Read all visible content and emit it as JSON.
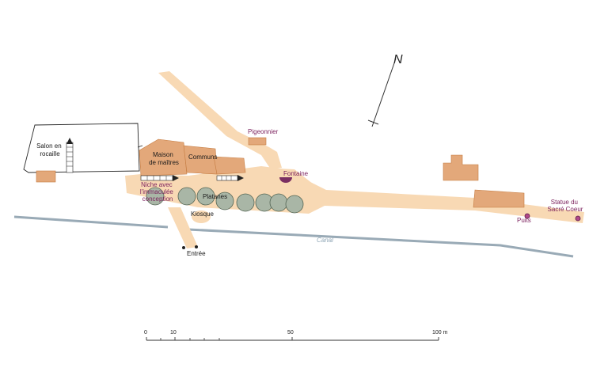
{
  "labels": {
    "salon": [
      "Salon en",
      "rocaille"
    ],
    "maison": [
      "Maison",
      "de maîtres"
    ],
    "communs": "Communs",
    "pigeonnier": "Pigeonnier",
    "fontaine": "Fontaine",
    "niche": [
      "Niche avec",
      "l'immaculée",
      "conception"
    ],
    "platanes": "Platanes",
    "kiosque": "Kiosque",
    "entree": "Entrée",
    "canal": "Canal",
    "puits": "Puits",
    "statue": [
      "Statue du",
      "Sacré Coeur"
    ],
    "north": "N"
  },
  "scale": {
    "ticks": [
      "0",
      "10",
      "50",
      "100 m"
    ]
  },
  "colors": {
    "path": "#f8d9b4",
    "building": "#e3a87a",
    "building_stroke": "#c47a3f",
    "tree": "#a9b6a6",
    "canal": "#99aab6",
    "feature_purple": "#7a2f62"
  }
}
